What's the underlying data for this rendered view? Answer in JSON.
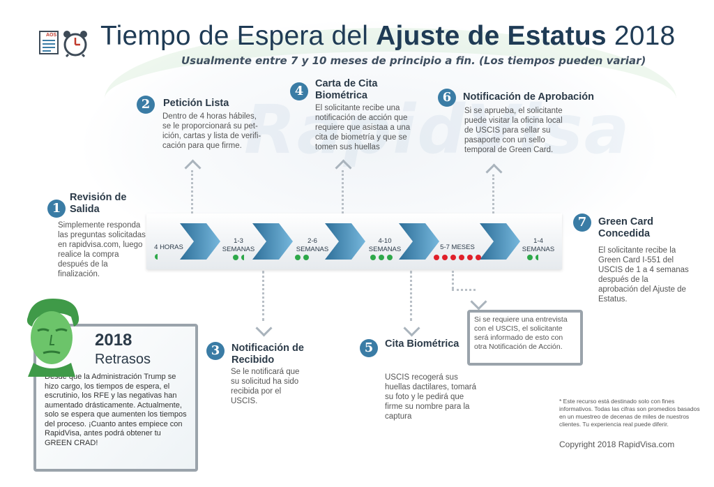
{
  "header": {
    "title_part1": "Tiempo de Espera del ",
    "title_bold": "Ajuste de Estatus",
    "title_part2": " 2018",
    "subtitle": "Usualmente entre 7 y 10 meses de principio a fin. (Los tiempos pueden variar)",
    "doc_icon_label": "AOS"
  },
  "watermark": "RapidVisa",
  "steps": [
    {
      "num": "1",
      "title": "Revisión de Salida",
      "desc": "Simplemente responda las preguntas solicitadas en rapidvisa.com, luego realice la compra después de la finalización."
    },
    {
      "num": "2",
      "title": "Petición Lista",
      "desc": "Dentro de 4 horas hábiles, se le proporcionará su pet-ición, cartas y lista de verifi-cación para que firme."
    },
    {
      "num": "3",
      "title": "Notificación de Recibido",
      "desc": "Se le notificará que su solicitud ha sido recibida por el USCIS."
    },
    {
      "num": "4",
      "title": "Carta de Cita Biométrica",
      "desc": "El solicitante recibe una notificación de acción que requiere que asistaa a una cita de biometría y que se tomen sus huellas"
    },
    {
      "num": "5",
      "title": "Cita Biométrica",
      "desc": "USCIS recogerá sus huellas dactilares, tomará su foto y le pedirá que firme su nombre para la captura"
    },
    {
      "num": "6",
      "title": "Notificación de Aprobación",
      "desc": "Si se aprueba, el solicitante puede visitar la oficina local de USCIS para sellar su pasaporte con un sello temporal de Green Card."
    },
    {
      "num": "7",
      "title": "Green Card Concedida",
      "desc": "El solicitante recibe la Green Card I-551 del USCIS de 1 a 4 semanas después de la aprobación del Ajuste de Estatus."
    }
  ],
  "timeline": [
    {
      "label": "4 HORAS",
      "dots": 0,
      "partial": true,
      "color": "#2ea84a"
    },
    {
      "label": "1-3\nSEMANAS",
      "dots": 1,
      "partial": true,
      "color": "#2ea84a"
    },
    {
      "label": "2-6\nSEMANAS",
      "dots": 2,
      "partial": false,
      "color": "#2ea84a"
    },
    {
      "label": "4-10\nSEMANAS",
      "dots": 3,
      "partial": false,
      "color": "#2ea84a"
    },
    {
      "label": "5-7 MESES",
      "dots": 6,
      "partial": false,
      "color": "#e0202a"
    },
    {
      "label": "1-4\nSEMANAS",
      "dots": 1,
      "partial": true,
      "color": "#2ea84a"
    }
  ],
  "interview_note": "Si se requiere una entrevista con el USCIS, el solicitante será informado de esto con otra Notificación de Acción.",
  "delays": {
    "year": "2018",
    "title": "Retrasos",
    "body": "Desde que la Administración Trump se hizo cargo, los tiempos de espera, el escrutinio, los RFE y las negativas han aumentado drásticamente. Actualmente, solo se espera que aumenten los tiempos del proceso. ¡Cuanto antes empiece con RapidVisa, antes podrá obtener tu GREEN CRAD!"
  },
  "footnote": "* Este recurso está destinado solo con fines informativos. Todas las cifras son promedios basados en un muestreo de decenas de miles de nuestros clientes. Tu experiencia real puede diferir.",
  "copyright": "Copyright 2018 RapidVisa.com",
  "colors": {
    "accent": "#3a7ca5",
    "title": "#1f3b55",
    "green": "#2ea84a",
    "red": "#e0202a",
    "trump_green": "#55b35a"
  }
}
